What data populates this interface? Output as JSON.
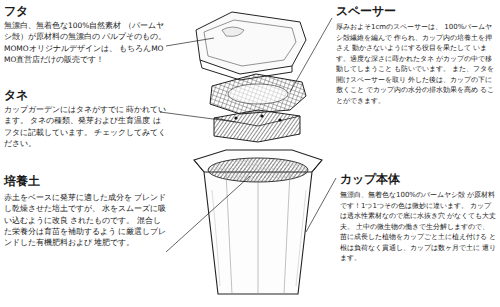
{
  "diagram": {
    "labels": [
      "フタ",
      "無漂白、無着色な100%自然素材 （パームヤシ殻）が原材料の無漂白の パルプそのもの。 MOMOオリジナルデザインは、 もちろんMOMO直営店だけの販売です！",
      "タネ",
      "カップガーデンにはタネがすでに 蒔かれています。 タネの種類、発芽および生育温度 はフタに記載しています。 チェックしてみてください。",
      "培養土",
      "赤土をベースに発芽に適した成分を ブレンドし乾燥させた培土ですが、 水をスムーズに吸い込むように改良 されたものです。 混合した栄養分は育苗を補助するよう に厳選しブレンドした有機肥料および 堆肥です。",
      "スペーサー",
      "厚みおよそ1cmのスペーサーは、 100%パームヤシ殻繊維を編んで 作られ、カップ内の培養土を押さえ 動かさないようにする役目を果たして います。適度な深さに蒔かれたタネ がカップの中で移動してしまうこと も防いでいます。 また、フタを開けスペーサーを取り 外した後は、カップの下に敷くこと でカップ内の水分の排水効果を高め ることができます。",
      "カップ本体",
      "無漂白、無着色な100%のパームヤシ殻 が原材料です！1つ1つその色は微妙に違います。 カップは透水性素材なので底に水抜き穴 がなくても大丈夫。 土中の微生物の働きで生分解しますので、 苗に成長した植物をカップごと土に植え付ける と根は負荷なく貫通し、カップは数ヶ月で土に 還ります。"
    ]
  }
}
